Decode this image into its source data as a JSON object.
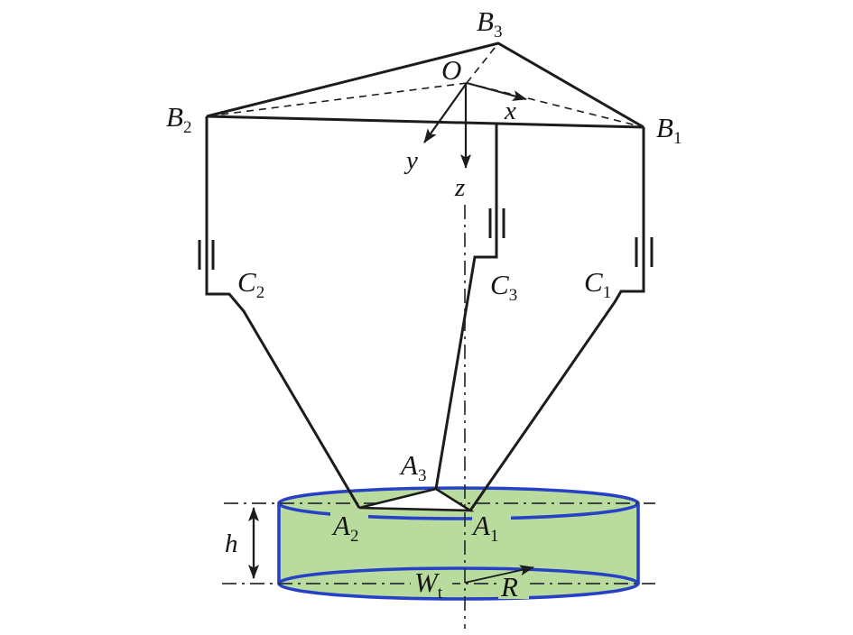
{
  "figure": {
    "type": "delta-robot-kinematic-diagram",
    "colors": {
      "line": "#1c1c1c",
      "workspace_fill": "#b9dc9e",
      "workspace_stroke": "#2641c6",
      "platform_fill": "#ffffff",
      "centerline": "#2a2f35",
      "background": "#ffffff"
    },
    "labels": {
      "B1": {
        "base": "B",
        "sub": "1"
      },
      "B2": {
        "base": "B",
        "sub": "2"
      },
      "B3": {
        "base": "B",
        "sub": "3"
      },
      "C1": {
        "base": "C",
        "sub": "1"
      },
      "C2": {
        "base": "C",
        "sub": "2"
      },
      "C3": {
        "base": "C",
        "sub": "3"
      },
      "A1": {
        "base": "A",
        "sub": "1"
      },
      "A2": {
        "base": "A",
        "sub": "2"
      },
      "A3": {
        "base": "A",
        "sub": "3"
      },
      "origin": "O",
      "axis_x": "x",
      "axis_y": "y",
      "axis_z": "z",
      "height": "h",
      "workspace": {
        "base": "W",
        "sub": "t"
      },
      "radius": "R"
    }
  }
}
